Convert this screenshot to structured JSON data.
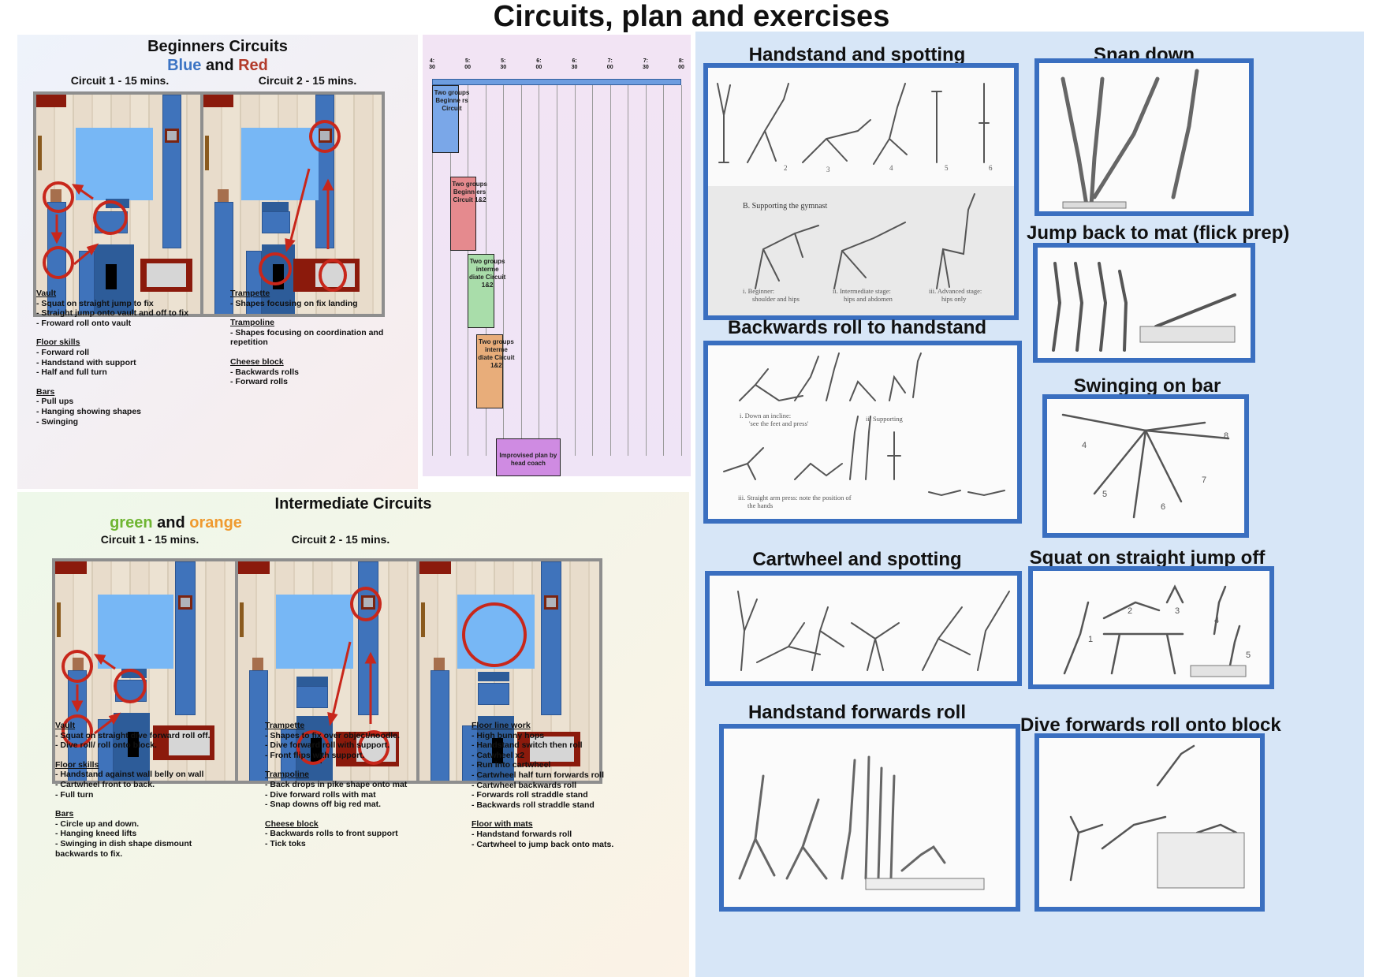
{
  "page": {
    "title": "Circuits, plan and exercises"
  },
  "beginners": {
    "title": "Beginners Circuits",
    "subtitle_blue": "Blue",
    "subtitle_and": "and",
    "subtitle_red": "Red",
    "circuit1": "Circuit 1 - 15 mins.",
    "circuit2": "Circuit 2 - 15 mins.",
    "notes_left": {
      "vault_title": "Vault",
      "vault": [
        "- Squat on straight jump to fix",
        "- Straight jump onto vault and off to fix",
        "- Froward roll onto vault"
      ],
      "floor_title": "Floor skills",
      "floor": [
        "- Forward roll",
        "- Handstand with support",
        "- Half and full turn"
      ],
      "bars_title": "Bars",
      "bars": [
        "- Pull ups",
        "- Hanging showing shapes",
        "- Swinging"
      ]
    },
    "notes_right": {
      "trampette_title": "Trampette",
      "trampette": [
        "- Shapes focusing on fix landing"
      ],
      "trampoline_title": "Trampoline",
      "trampoline": [
        "- Shapes focusing on coordination and",
        "repetition"
      ],
      "cheese_title": "Cheese block",
      "cheese": [
        "- Backwards rolls",
        "- Forward rolls"
      ]
    }
  },
  "plan": {
    "ticks": [
      "4:\n30",
      "5:\n00",
      "5:\n30",
      "6:\n00",
      "6:\n30",
      "7:\n00",
      "7:\n30",
      "8:\n00"
    ],
    "bars": [
      {
        "label": "Two groups Beginne rs Circuit",
        "color": "#7aa7e8"
      },
      {
        "label": "Two groups Beginn ers Circuit 1&2",
        "color": "#e58a8e"
      },
      {
        "label": "Two groups interme diate Circuit 1&2",
        "color": "#a9ddaa"
      },
      {
        "label": "Two groups interme diate Circuit 1&2",
        "color": "#e8ad7a"
      },
      {
        "label": "Improvised plan by head coach",
        "color": "#cf8be2"
      }
    ]
  },
  "intermediate": {
    "title": "Intermediate Circuits",
    "subtitle_green": "green",
    "subtitle_and": "and",
    "subtitle_orange": "orange",
    "circuit1": "Circuit 1 - 15 mins.",
    "circuit2": "Circuit 2 - 15 mins.",
    "notes1": {
      "vault_title": "Vault",
      "vault": [
        "- Squat on straight dive forward roll off.",
        "- Dive roll/ roll onto block."
      ],
      "floor_title": "Floor skills",
      "floor": [
        "- Handstand against wall belly on wall",
        "- Cartwheel front to back.",
        "- Full turn"
      ],
      "bars_title": "Bars",
      "bars": [
        "- Circle up and down.",
        "- Hanging kneed lifts",
        "- Swinging in dish shape dismount",
        "backwards to fix."
      ]
    },
    "notes2": {
      "trampette_title": "Trampette",
      "trampette": [
        "- Shapes to fix over object/noodle.",
        "- Dive forward roll with support.",
        "- Front flips with support."
      ],
      "trampoline_title": "Trampoline",
      "trampoline": [
        "- Back drops in pike shape onto mat",
        "- Dive forward rolls with mat",
        "- Snap downs off big red mat."
      ],
      "cheese_title": "Cheese block",
      "cheese": [
        "- Backwards rolls to front support",
        "- Tick toks"
      ]
    },
    "notes3": {
      "floorline_title": "Floor line work",
      "floorline": [
        "- High bunny hops",
        "- Handstand switch then roll",
        "- Catwheel x2",
        "- Run into cartwheel",
        "- Cartwheel half turn forwards roll",
        "- Cartwheel backwards roll",
        "- Forwards roll straddle stand",
        "- Backwards roll straddle stand"
      ],
      "mats_title": "Floor with mats",
      "mats": [
        "- Handstand forwards roll",
        "- Cartwheel to jump back onto mats."
      ]
    }
  },
  "exercises": {
    "handstand_spotting": "Handstand and spotting",
    "handstand_labels": [
      "2",
      "3",
      "4",
      "5",
      "6"
    ],
    "supporting_title": "B.   Supporting the gymnast",
    "supporting_captions": [
      "i.    Beginner:",
      "shoulder and hips",
      "ii.   Intermediate stage:",
      "hips and abdomen",
      "iii.  Advanced stage:",
      "hips only"
    ],
    "backwards_roll": "Backwards roll to handstand",
    "backwards_captions": [
      "i.    Down an incline:",
      "'see the feet and press'",
      "ii.   Supporting",
      "iii.  Straight arm press: note the position of",
      "the hands"
    ],
    "cartwheel": "Cartwheel and spotting",
    "handstand_forward": "Handstand forwards roll",
    "snap_down": "Snap down",
    "jump_back": "Jump back to mat (flick prep)",
    "swinging": "Swinging on bar",
    "swinging_labels": [
      "4",
      "5",
      "6",
      "7",
      "8"
    ],
    "squat_on": "Squat on straight jump off",
    "squat_labels": [
      "1",
      "2",
      "3",
      "4",
      "5"
    ],
    "dive_forwards": "Dive forwards roll onto block"
  }
}
